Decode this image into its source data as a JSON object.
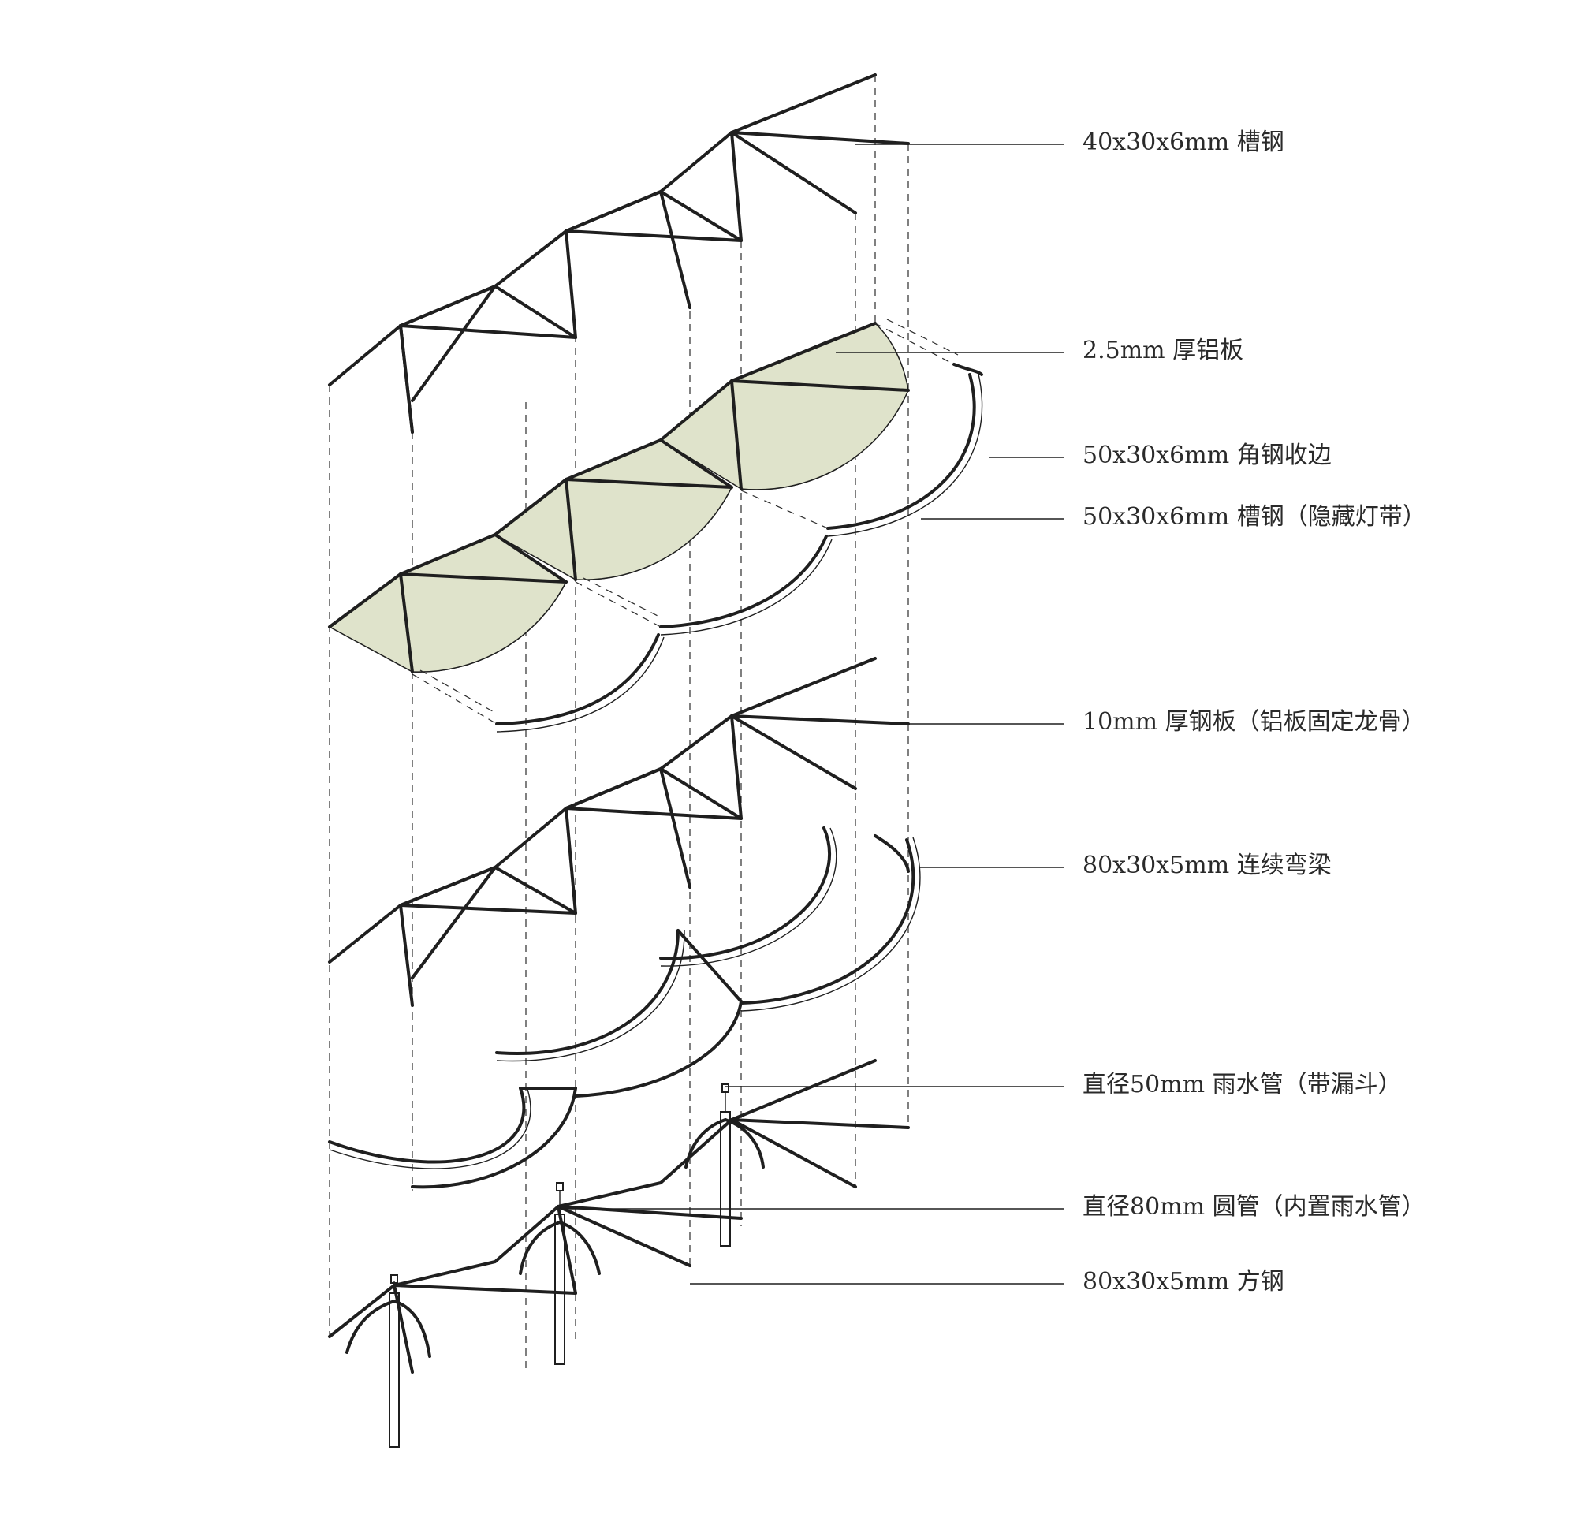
{
  "labels": [
    {
      "key": "channel_top",
      "text": "40x30x6mm 槽钢"
    },
    {
      "key": "aluminum_panel",
      "text": "2.5mm 厚铝板"
    },
    {
      "key": "angle_edge",
      "text": "50x30x6mm 角钢收边"
    },
    {
      "key": "channel_light",
      "text": "50x30x6mm 槽钢（隐藏灯带）"
    },
    {
      "key": "steel_plate",
      "text": "10mm 厚钢板（铝板固定龙骨）"
    },
    {
      "key": "curved_beam",
      "text": "80x30x5mm 连续弯梁"
    },
    {
      "key": "rain_pipe",
      "text": "直径50mm 雨水管（带漏斗）"
    },
    {
      "key": "round_pipe",
      "text": "直径80mm 圆管（内置雨水管）"
    },
    {
      "key": "square_steel",
      "text": "80x30x5mm 方钢"
    }
  ],
  "colors": {
    "line": "#1f1f1f",
    "panel_fill": "#dfe3cb",
    "text": "#2a2a2a"
  }
}
